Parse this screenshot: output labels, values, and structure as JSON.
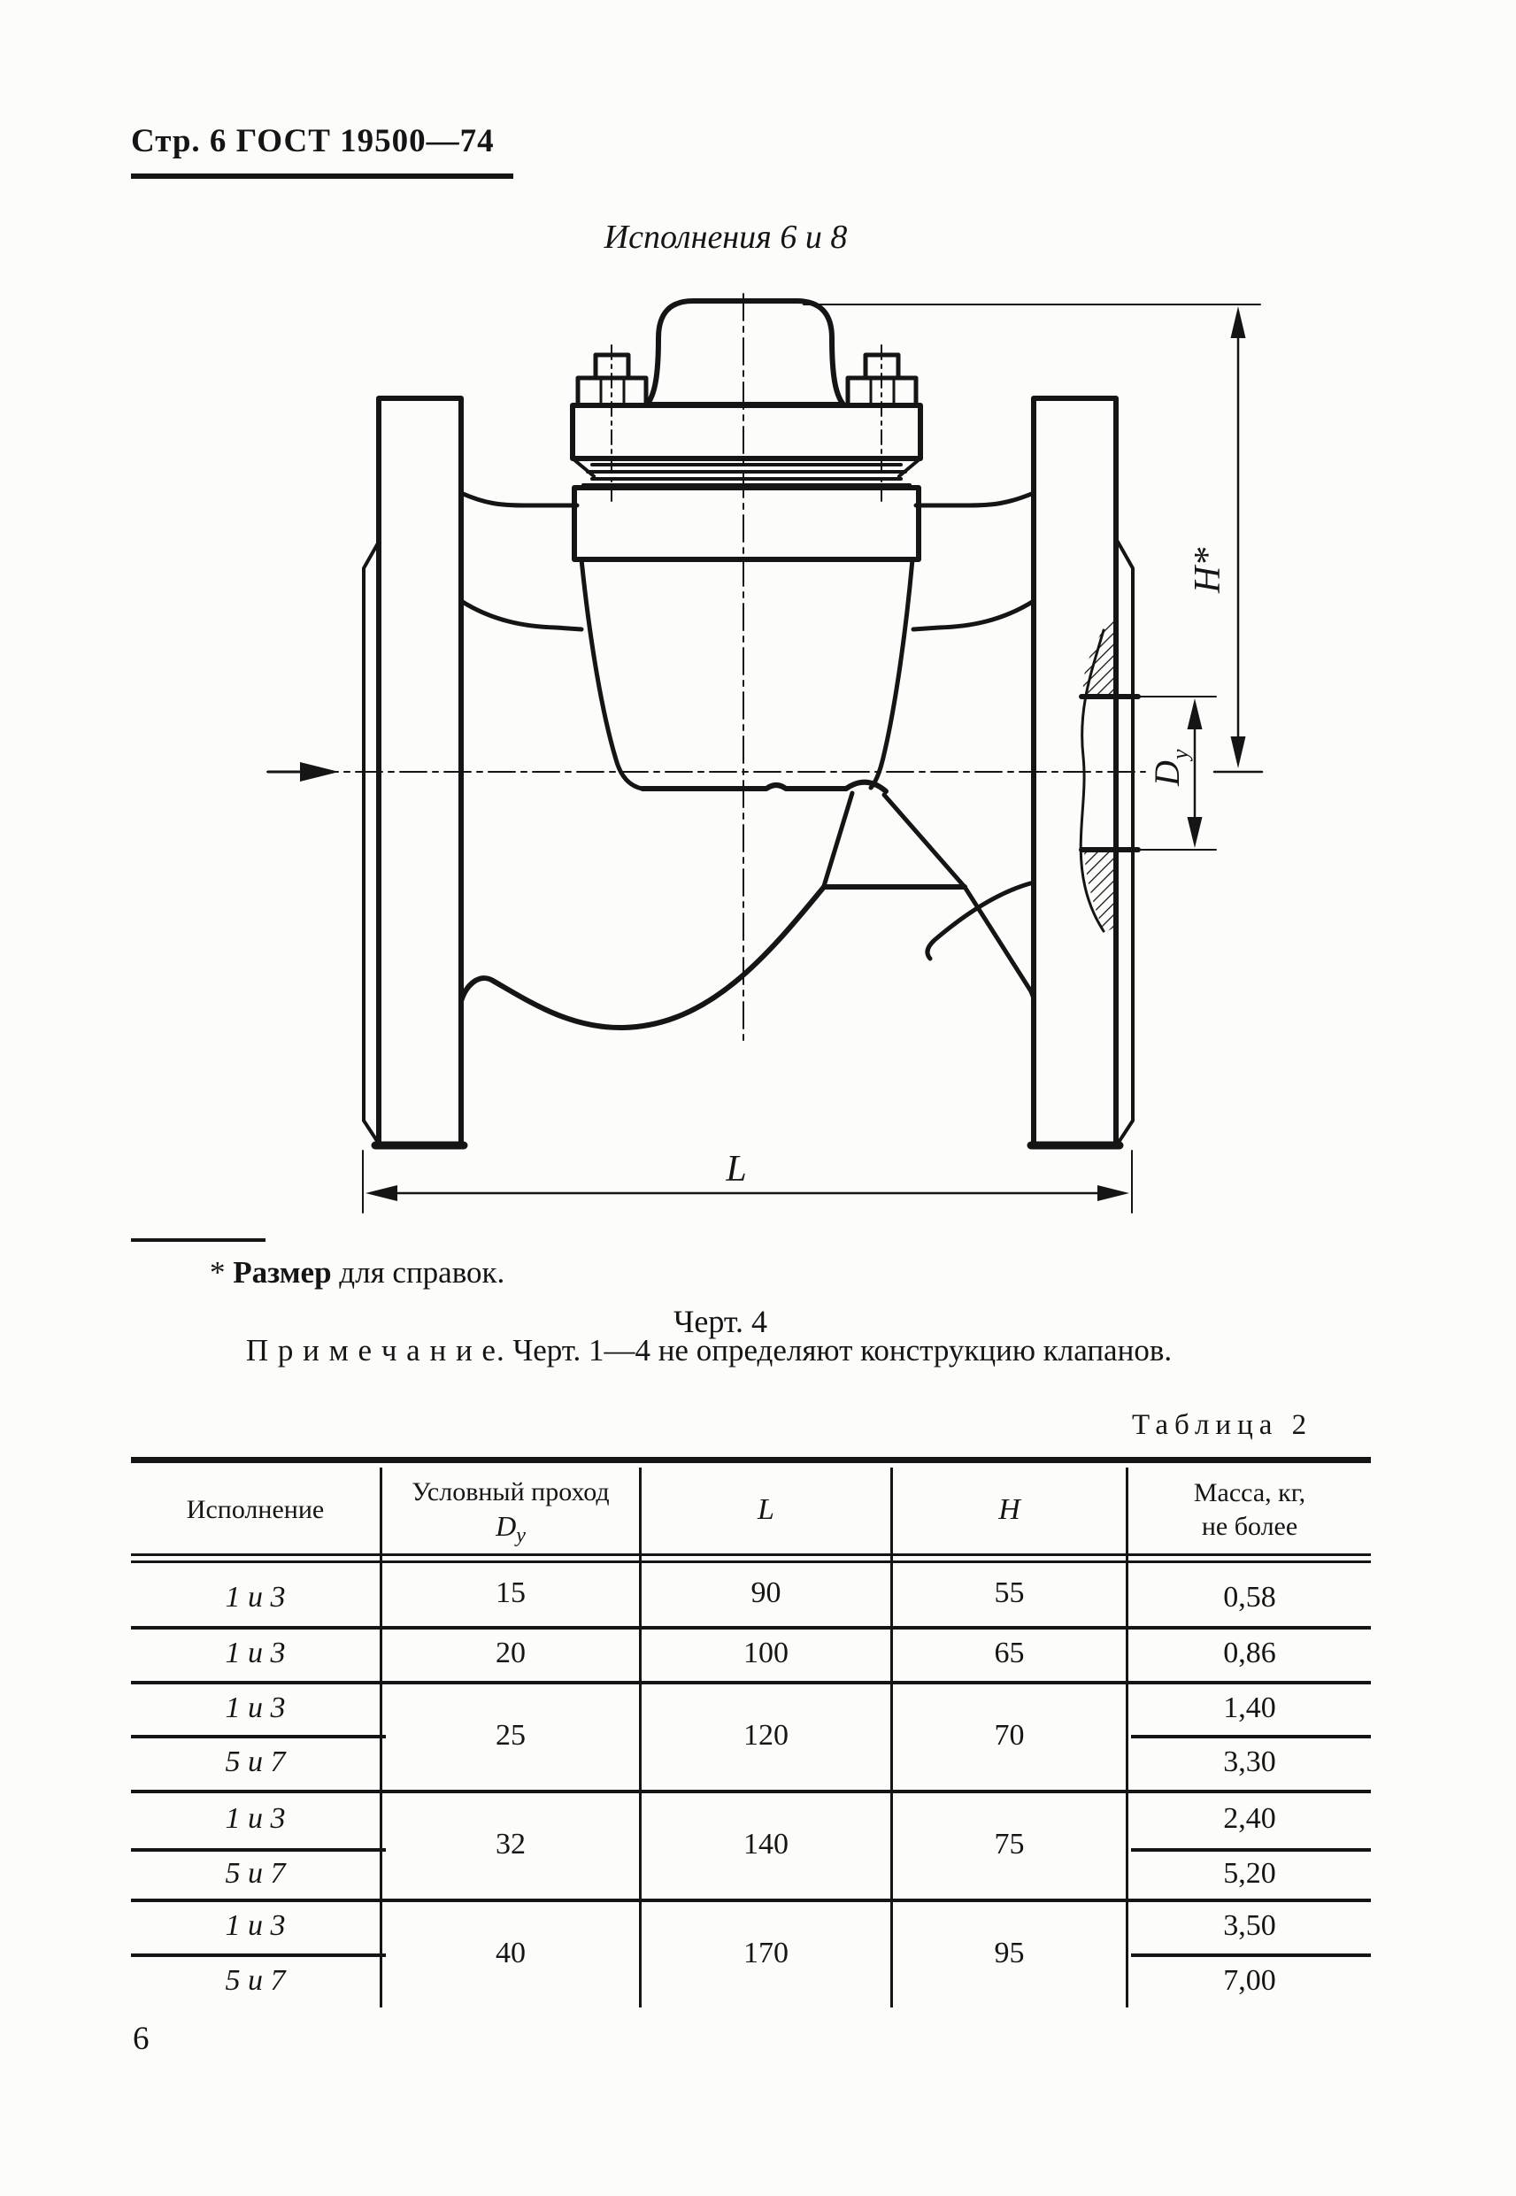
{
  "header": {
    "page_label": "Стр. 6",
    "standard": "ГОСТ 19500—74"
  },
  "figure": {
    "title": "Исполнения 6 и 8",
    "caption": "Черт. 4",
    "footnote": {
      "star": "*",
      "term": "Размер",
      "rest": " для справок."
    },
    "note": {
      "label": "П р и м е ч а н и е.",
      "text": " Черт. 1—4 не определяют конструкцию клапанов."
    },
    "dimensions": {
      "height": "H*",
      "bore_symbol": "D",
      "bore_sub": "у",
      "length": "L"
    }
  },
  "table": {
    "label": "Таблица 2",
    "headers": {
      "execution": "Исполнение",
      "bore_line1": "Условный проход",
      "bore_symbol": "D",
      "bore_sub": "у",
      "length": "L",
      "height": "H",
      "mass_line1": "Масса, кг,",
      "mass_line2": "не более"
    },
    "groups": [
      {
        "dy": "15",
        "l": "90",
        "h": "55",
        "rows": [
          {
            "execution": "1 и 3",
            "mass": "0,58"
          }
        ]
      },
      {
        "dy": "20",
        "l": "100",
        "h": "65",
        "rows": [
          {
            "execution": "1 и 3",
            "mass": "0,86"
          }
        ]
      },
      {
        "dy": "25",
        "l": "120",
        "h": "70",
        "rows": [
          {
            "execution": "1 и 3",
            "mass": "1,40"
          },
          {
            "execution": "5 и 7",
            "mass": "3,30"
          }
        ]
      },
      {
        "dy": "32",
        "l": "140",
        "h": "75",
        "rows": [
          {
            "execution": "1 и 3",
            "mass": "2,40"
          },
          {
            "execution": "5 и 7",
            "mass": "5,20"
          }
        ]
      },
      {
        "dy": "40",
        "l": "170",
        "h": "95",
        "rows": [
          {
            "execution": "1 и 3",
            "mass": "3,50"
          },
          {
            "execution": "5 и 7",
            "mass": "7,00"
          }
        ]
      }
    ]
  },
  "footer": {
    "page_number": "6"
  }
}
